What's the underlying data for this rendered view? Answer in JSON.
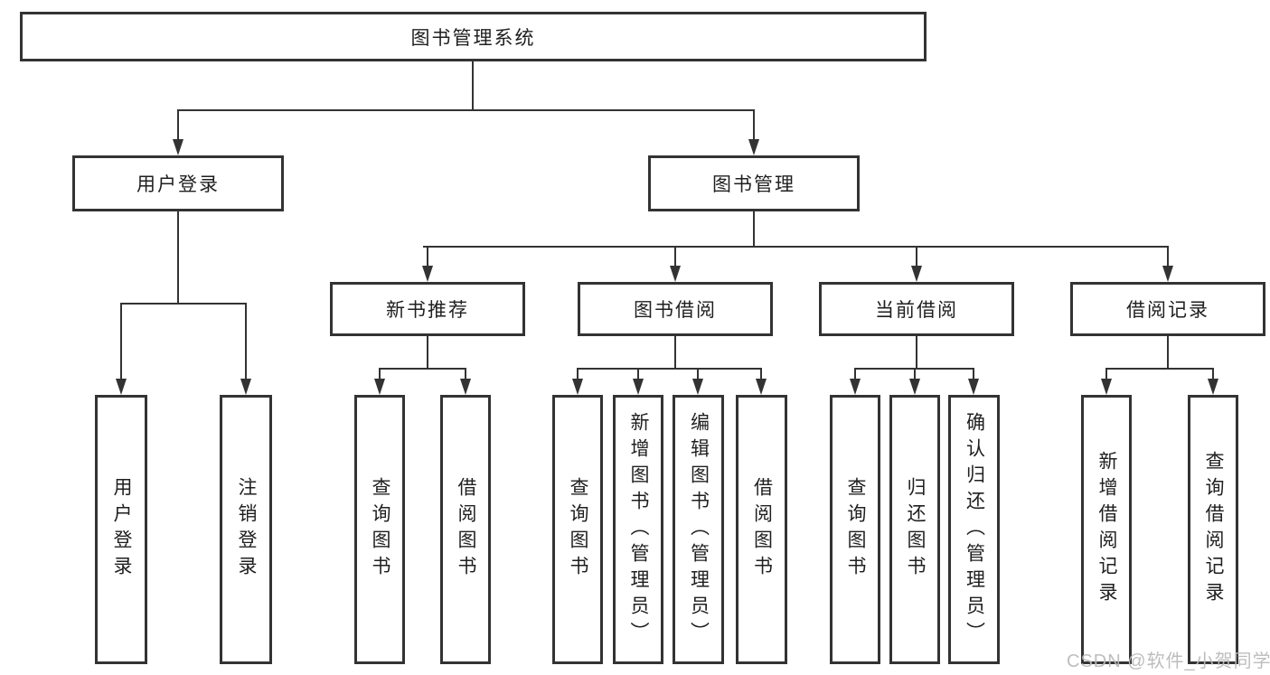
{
  "diagram_type": "tree",
  "tree": {
    "root": {
      "label": "图书管理系统",
      "children": [
        {
          "label": "用户登录",
          "children": [
            {
              "label": "用户登录"
            },
            {
              "label": "注销登录"
            }
          ]
        },
        {
          "label": "图书管理",
          "children": [
            {
              "label": "新书推荐",
              "children": [
                {
                  "label": "查询图书"
                },
                {
                  "label": "借阅图书"
                }
              ]
            },
            {
              "label": "图书借阅",
              "children": [
                {
                  "label": "查询图书"
                },
                {
                  "label": "新增图书（管理员）"
                },
                {
                  "label": "编辑图书（管理员）"
                },
                {
                  "label": "借阅图书"
                }
              ]
            },
            {
              "label": "当前借阅",
              "children": [
                {
                  "label": "查询图书"
                },
                {
                  "label": "归还图书"
                },
                {
                  "label": "确认归还（管理员）"
                }
              ]
            },
            {
              "label": "借阅记录",
              "children": [
                {
                  "label": "新增借阅记录"
                },
                {
                  "label": "查询借阅记录"
                }
              ]
            }
          ]
        }
      ]
    }
  },
  "watermark": {
    "text": "CSDN @软件_小贺同学"
  },
  "colors": {
    "line": "#333333",
    "border": "#333333",
    "text": "#1f1f1f",
    "background": "#ffffff",
    "watermark": "#b9b9b9"
  }
}
